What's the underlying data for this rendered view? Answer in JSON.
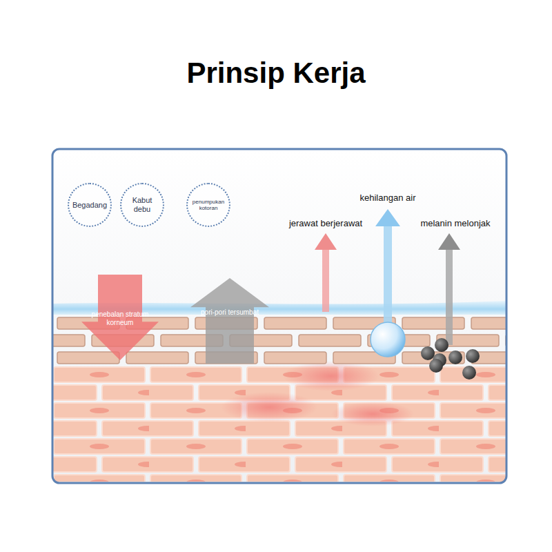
{
  "diagram": {
    "title": "Prinsip Kerja",
    "nodes": [
      {
        "text": [
          "Begadang"
        ]
      },
      {
        "text": [
          "Kabut debu"
        ]
      },
      {
        "text": [
          "penumpukan kotoran"
        ]
      },
      {
        "text": [
          "penebalan stratum korneum"
        ]
      },
      {
        "text": [
          "pori-pori tersumbat"
        ]
      }
    ],
    "labels": [
      "kehilangan air",
      "jerawat berjerawat",
      "melanin melonjak"
    ]
  }
}
